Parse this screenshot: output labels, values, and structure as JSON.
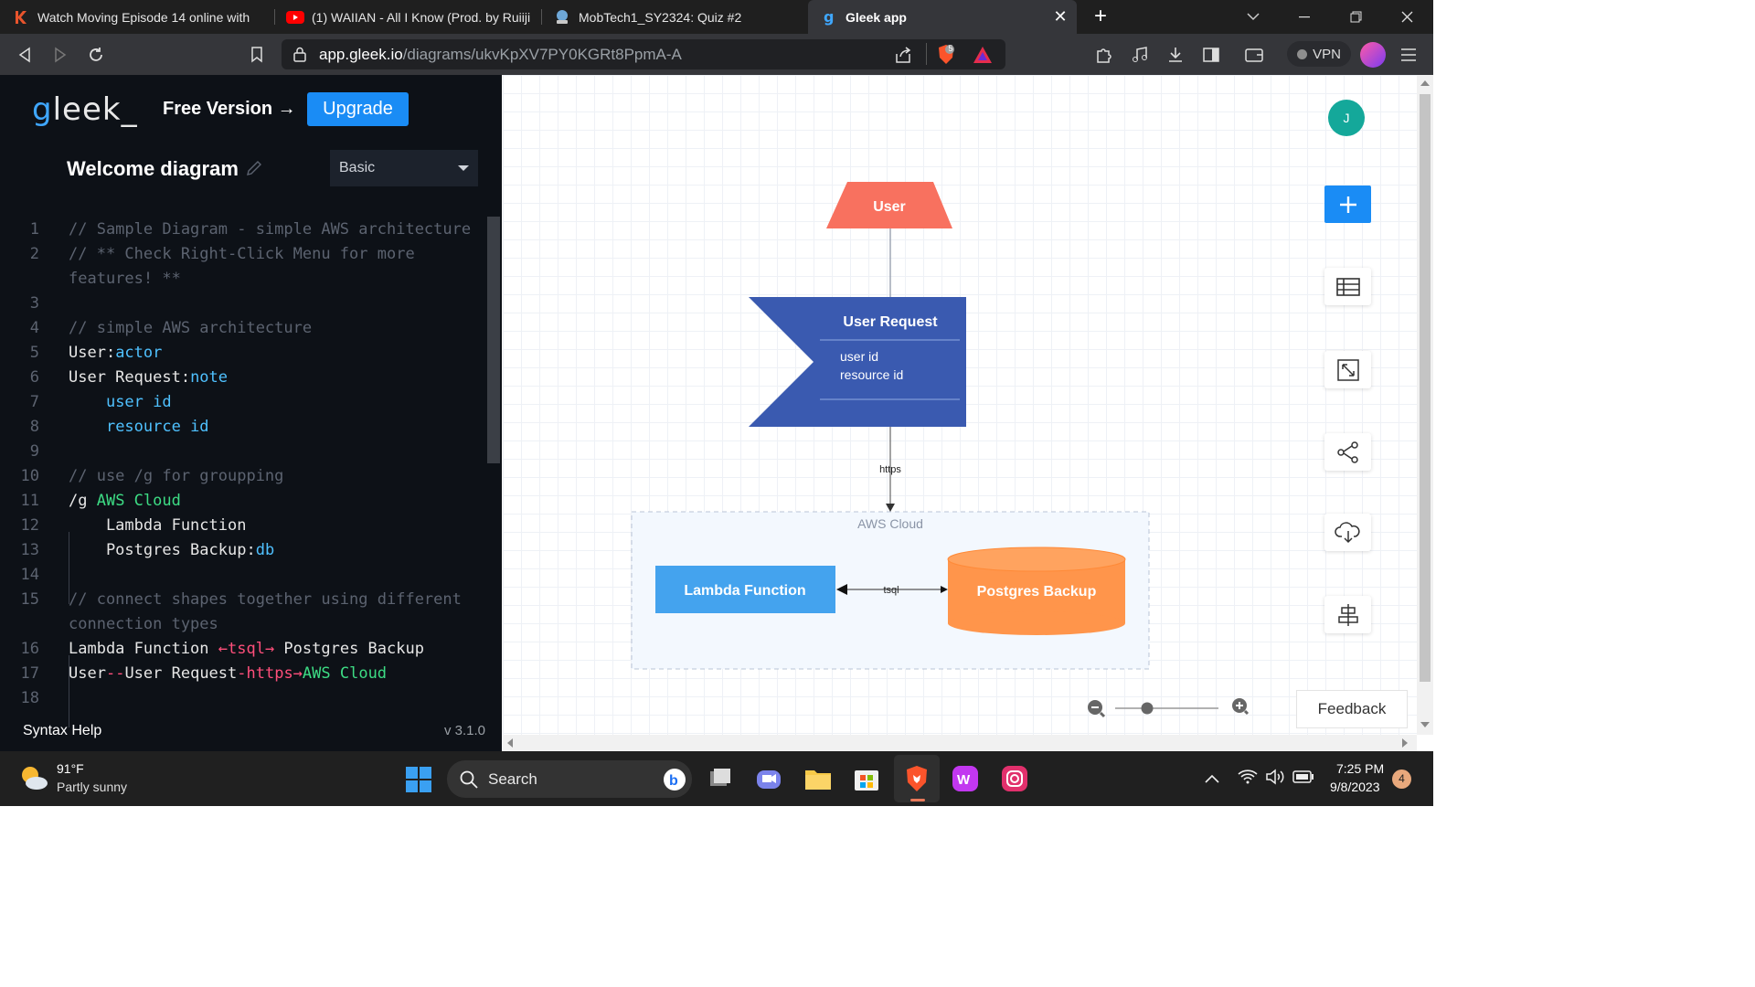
{
  "browser": {
    "tabs": [
      {
        "title": "Watch Moving Episode 14 online with",
        "icon": "k-icon"
      },
      {
        "title": "(1) WAIIAN - All I Know (Prod. by Ruiiji",
        "icon": "youtube-icon"
      },
      {
        "title": "MobTech1_SY2324: Quiz #2",
        "icon": "moodle-icon"
      },
      {
        "title": "Gleek app",
        "icon": "gleek-icon",
        "active": true
      }
    ],
    "url_host": "app.gleek.io",
    "url_path": "/diagrams/ukvKpXV7PY0KGRt8PpmA-A",
    "brave_badge": "5",
    "vpn_label": "VPN"
  },
  "editor": {
    "logo": "gleek_",
    "free_version": "Free Version →",
    "upgrade_label": "Upgrade",
    "diagram_title": "Welcome diagram",
    "theme_value": "Basic",
    "syntax_help": "Syntax Help",
    "version": "v 3.1.0",
    "code_lines": [
      {
        "n": "1",
        "text": "// Sample Diagram - simple AWS architecture"
      },
      {
        "n": "2",
        "text": "// ** Check Right-Click Menu for more"
      },
      {
        "n": "",
        "text": "features! **"
      },
      {
        "n": "3",
        "text": ""
      },
      {
        "n": "4",
        "text": "// simple AWS architecture"
      },
      {
        "n": "5",
        "text": "User:actor"
      },
      {
        "n": "6",
        "text": "User Request:note"
      },
      {
        "n": "7",
        "text": "    user id"
      },
      {
        "n": "8",
        "text": "    resource id"
      },
      {
        "n": "9",
        "text": ""
      },
      {
        "n": "10",
        "text": "// use /g for groupping"
      },
      {
        "n": "11",
        "text": "/g AWS Cloud"
      },
      {
        "n": "12",
        "text": "    Lambda Function"
      },
      {
        "n": "13",
        "text": "    Postgres Backup:db"
      },
      {
        "n": "14",
        "text": ""
      },
      {
        "n": "15",
        "text": "// connect shapes together using different"
      },
      {
        "n": "",
        "text": "connection types"
      },
      {
        "n": "16",
        "text": "Lambda Function ←tsql→ Postgres Backup"
      },
      {
        "n": "17",
        "text": "User--User Request-https→AWS Cloud"
      },
      {
        "n": "18",
        "text": ""
      }
    ]
  },
  "diagram": {
    "user_label": "User",
    "request_title": "User Request",
    "request_line1": "user id",
    "request_line2": "resource id",
    "https_label": "https",
    "group_label": "AWS Cloud",
    "lambda_label": "Lambda Function",
    "tsql_label": "tsql",
    "postgres_label": "Postgres Backup",
    "colors": {
      "user": "#f8715f",
      "note": "#3a5ab0",
      "lambda": "#44a3ee",
      "postgres": "#ff954b",
      "accent": "#1a8cf5"
    }
  },
  "canvas_ui": {
    "avatar_initial": "J",
    "feedback_label": "Feedback",
    "side_buttons": [
      "add-icon",
      "table-icon",
      "fit-screen-icon",
      "share-icon",
      "cloud-download-icon",
      "align-icon"
    ]
  },
  "taskbar": {
    "weather_temp": "91°F",
    "weather_desc": "Partly sunny",
    "search_label": "Search",
    "time": "7:25 PM",
    "date": "9/8/2023",
    "notification_count": "4"
  }
}
